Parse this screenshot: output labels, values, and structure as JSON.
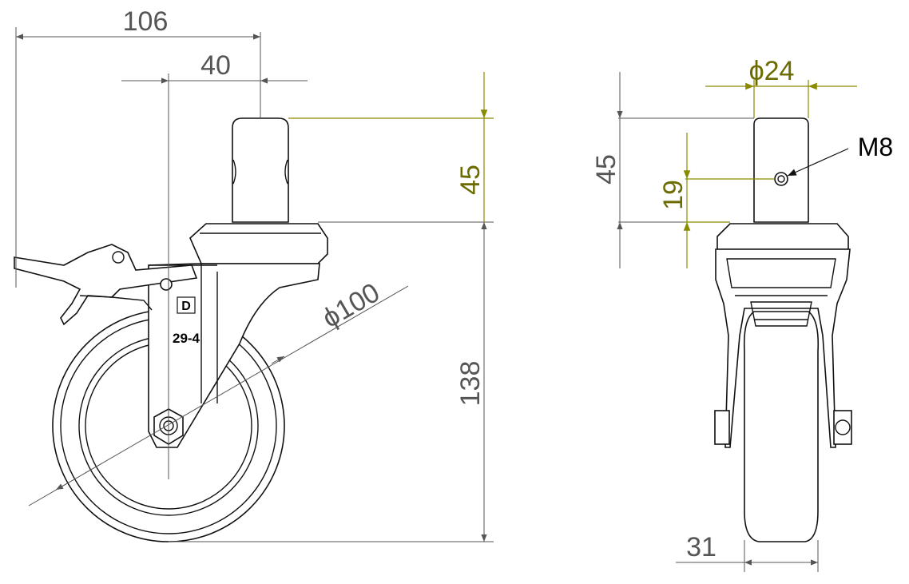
{
  "dimensions": {
    "overall_width": "106",
    "stem_offset": "40",
    "diameter_wheel": "ϕ100",
    "stem_height_side": "45",
    "total_height": "138",
    "stem_diameter": "ϕ24",
    "stem_height_front": "45",
    "hole_height": "19",
    "thread": "M8",
    "wheel_width": "31"
  },
  "markings": {
    "brand_logo": "D",
    "model_code": "29-4"
  },
  "colors": {
    "dimension_gray": "#555555",
    "dimension_olive": "#8a8a00",
    "outline": "#111111"
  }
}
